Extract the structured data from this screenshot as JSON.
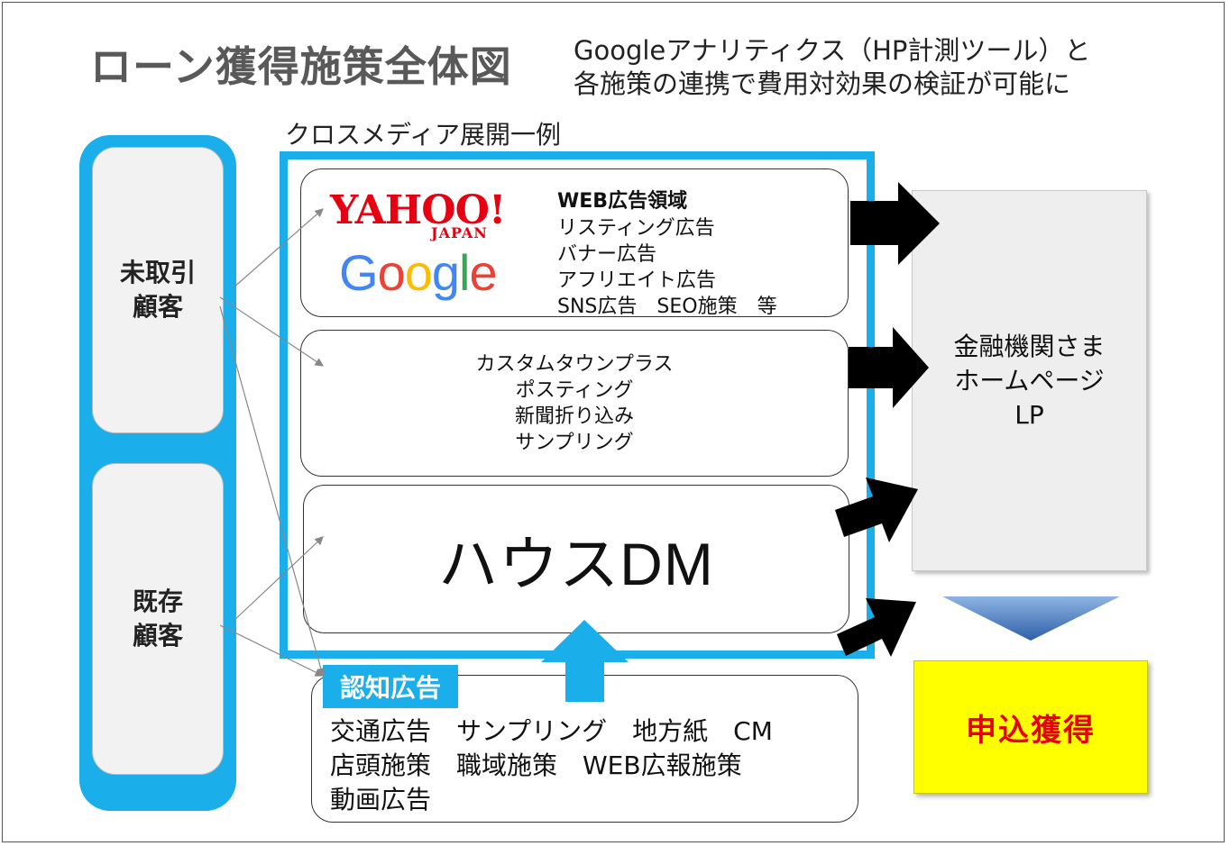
{
  "title": "ローン獲得施策全体図",
  "subtitle": {
    "line1": "Googleアナリティクス（HP計測ツール）と",
    "line2": "各施策の連携で費用対効果の検証が可能に"
  },
  "cross_media_label": "クロスメディア展開一例",
  "segments": [
    {
      "label": "未取引\n顧客"
    },
    {
      "label": "既存\n顧客"
    }
  ],
  "web_panel": {
    "logos": {
      "yahoo": "YAHOO!",
      "yahoo_sub": "JAPAN",
      "google": "Google"
    },
    "heading": "WEB広告領域",
    "items": [
      "リスティング広告",
      "バナー広告",
      "アフリエイト広告",
      "SNS広告　SEO施策　等"
    ]
  },
  "offline_panel": {
    "items": [
      "カスタムタウンプラス",
      "ポスティング",
      "新聞折り込み",
      "サンプリング"
    ]
  },
  "house_dm": "ハウスDM",
  "awareness": {
    "label": "認知広告",
    "lines": [
      "交通広告　サンプリング　地方紙　CM",
      "店頭施策　職域施策　WEB広報施策",
      "動画広告"
    ]
  },
  "homepage": {
    "lines": [
      "金融機関さま",
      "ホームページ",
      "LP"
    ]
  },
  "acquisition": "申込獲得",
  "colors": {
    "accent_blue": "#1aaeea",
    "arrow_black": "#000000",
    "acquisition_bg": "#ffff00",
    "acquisition_text": "#e60012",
    "homepage_bg": "#eeeeee"
  },
  "icons": [
    "yahoo-japan-logo",
    "google-logo",
    "block-arrow-right-icon",
    "block-arrow-up-icon",
    "chevron-down-triangle-icon"
  ]
}
